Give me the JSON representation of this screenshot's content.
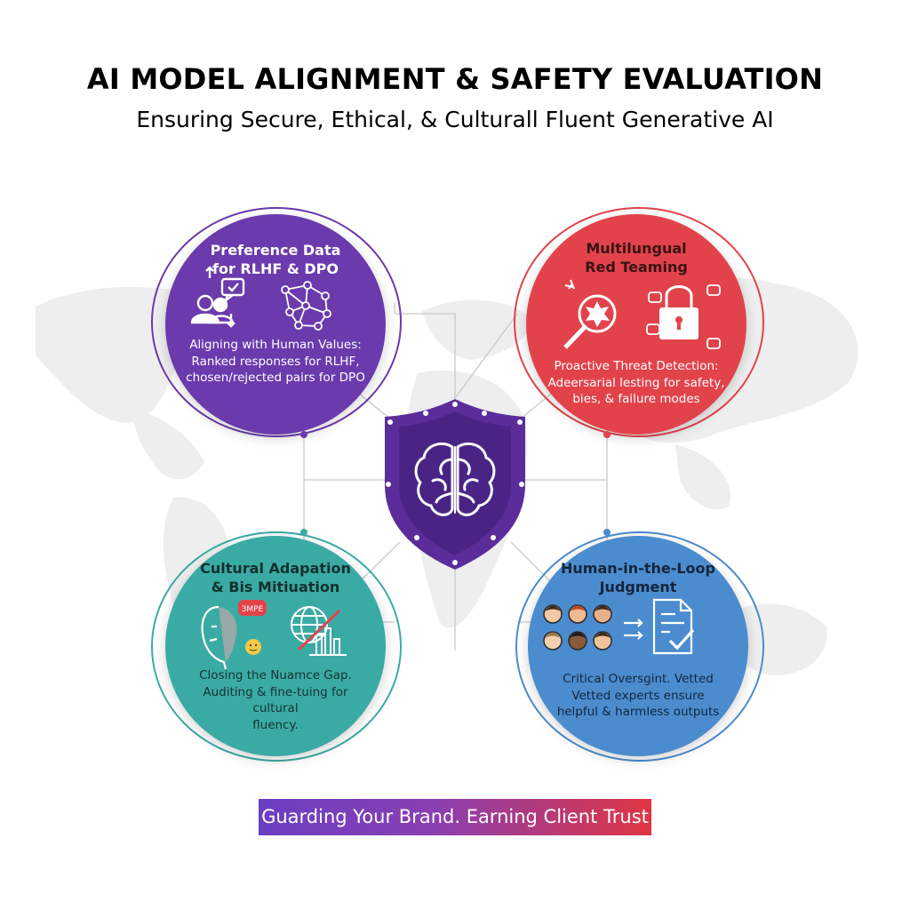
{
  "header": {
    "title": "AI MODEL ALIGNMENT & SAFETY EVALUATION",
    "subtitle": "Ensuring Secure, Ethical, & Culturall Fluent Generative AI"
  },
  "colors": {
    "purple": "#6b3aad",
    "red": "#e2434b",
    "teal": "#3aaba4",
    "blue": "#4b8ccf",
    "shield_outer": "#5b2d9a",
    "shield_inner": "#4a2485",
    "connector": "#c9c9c9",
    "map": "#ececec"
  },
  "center": {
    "icon": "brain-shield-icon"
  },
  "quadrants": [
    {
      "title_lines": [
        "Preference Data",
        "for RLHF & DPO"
      ],
      "body_lines": [
        "Aligning with Human Values:",
        "Ranked responses for RLHF,",
        "chosen/rejected pairs for DPO"
      ],
      "icons": [
        "people-feedback-icon",
        "network-graph-icon"
      ]
    },
    {
      "title_lines": [
        "Multilungual",
        "Red Teaming"
      ],
      "body_lines": [
        "Proactive Threat Detection:",
        "Adeersarial lesting for safety,",
        "bies, & failure modes"
      ],
      "icons": [
        "magnifier-threat-icon",
        "padlock-icon"
      ]
    },
    {
      "title_lines": [
        "Cultural Adapation",
        "& Bis Mitiuation"
      ],
      "body_lines": [
        "Closing the Nuamce Gap.",
        "Auditing & fine-tuing for cultural",
        "fluency."
      ],
      "icons": [
        "face-speech-icon",
        "globe-chart-icon"
      ],
      "badge": "3MPE"
    },
    {
      "title_lines": [
        "Human-in-the-Loop",
        "Judgment"
      ],
      "body_lines": [
        "Critical Oversgint. Vetted",
        "Vetted experts ensure",
        "helpful & harmless outputs"
      ],
      "icons": [
        "expert-avatars-icon",
        "checklist-document-icon"
      ]
    }
  ],
  "footer": {
    "banner": "Guarding Your Brand. Earning Client Trust"
  }
}
